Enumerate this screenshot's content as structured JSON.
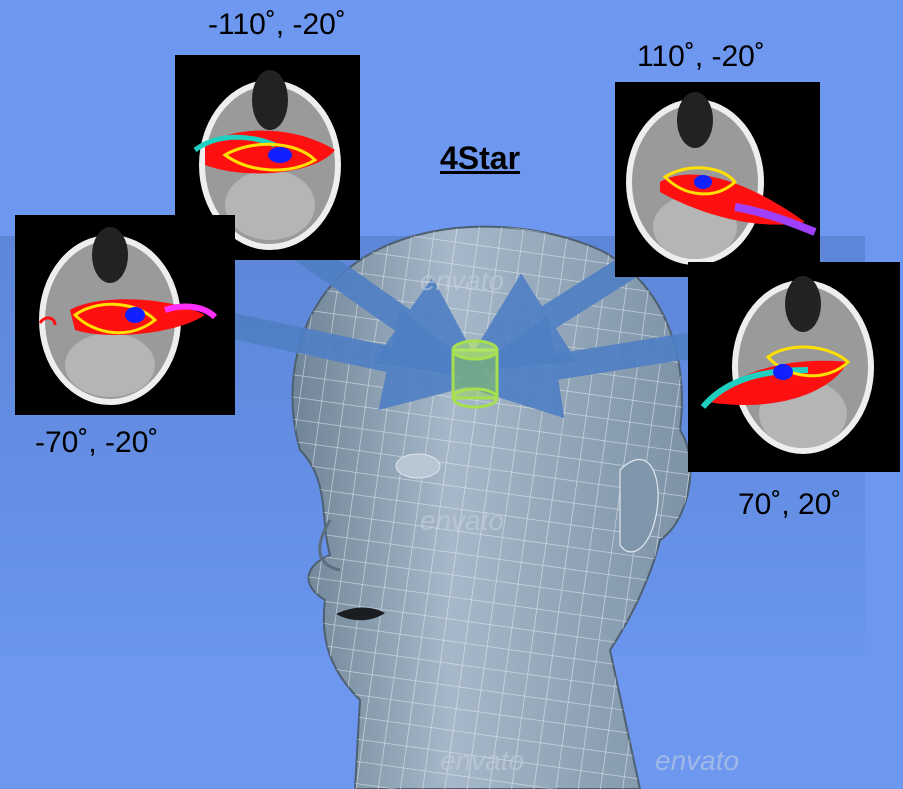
{
  "title": "4Star",
  "beams": [
    {
      "id": "top-left",
      "angle_label": "-110˚, -20˚"
    },
    {
      "id": "left",
      "angle_label": "-70˚, -20˚"
    },
    {
      "id": "top-right",
      "angle_label": "110˚, -20˚"
    },
    {
      "id": "right",
      "angle_label": "70˚, 20˚"
    }
  ],
  "watermark": "envato",
  "colors": {
    "background": "#6e97f0",
    "arrow": "#4f7fc4",
    "target": "#9bd94a",
    "head_mesh": "#9fb2c4",
    "dose_red": "#ff1010",
    "dose_yellow": "#ffe000",
    "dose_blue": "#1020ff"
  }
}
